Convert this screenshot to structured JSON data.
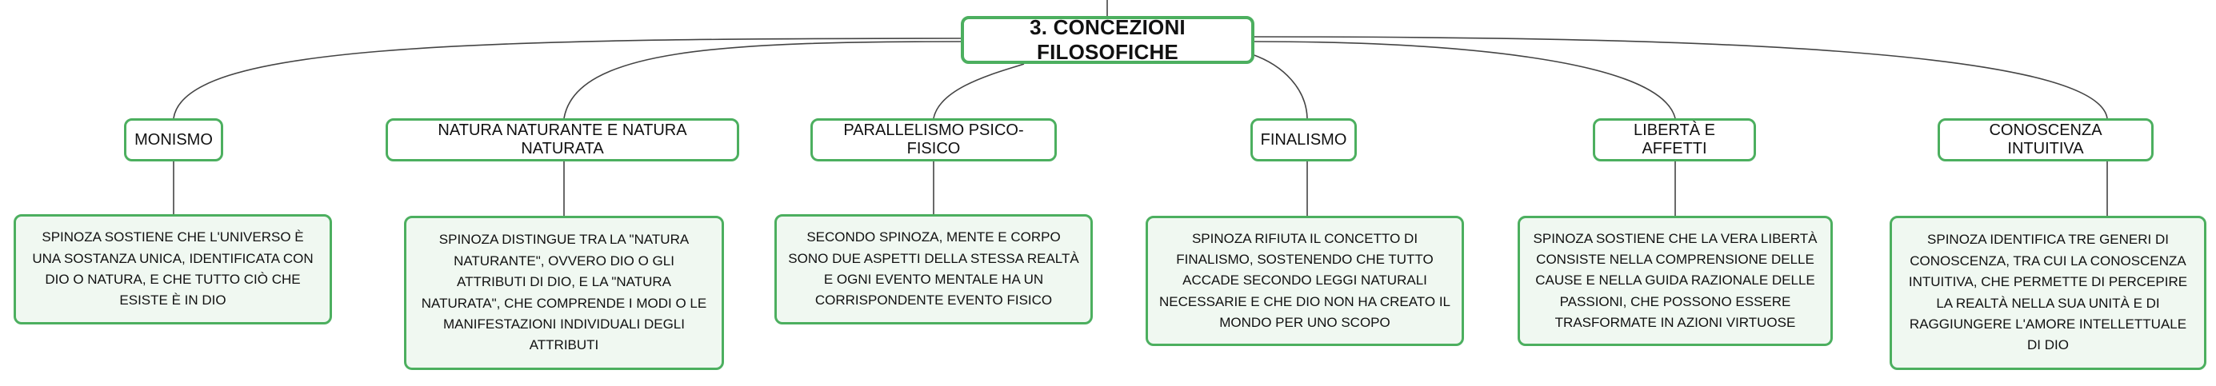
{
  "root": {
    "label": "3. CONCEZIONI FILOSOFICHE"
  },
  "topics": [
    {
      "label": "MONISMO",
      "description": "SPINOZA SOSTIENE CHE L'UNIVERSO È UNA SOSTANZA UNICA, IDENTIFICATA CON DIO O NATURA, E CHE TUTTO CIÒ CHE ESISTE È IN DIO"
    },
    {
      "label": "NATURA NATURANTE E NATURA NATURATA",
      "description": "SPINOZA DISTINGUE TRA LA \"NATURA NATURANTE\", OVVERO DIO O GLI ATTRIBUTI DI DIO, E LA \"NATURA NATURATA\", CHE COMPRENDE I MODI O LE MANIFESTAZIONI INDIVIDUALI DEGLI ATTRIBUTI"
    },
    {
      "label": "PARALLELISMO PSICO-FISICO",
      "description": "SECONDO SPINOZA, MENTE E CORPO SONO DUE ASPETTI DELLA STESSA REALTÀ E OGNI EVENTO MENTALE HA UN CORRISPONDENTE EVENTO FISICO"
    },
    {
      "label": "FINALISMO",
      "description": "SPINOZA RIFIUTA IL CONCETTO DI FINALISMO, SOSTENENDO CHE TUTTO ACCADE SECONDO LEGGI NATURALI NECESSARIE E CHE DIO NON HA CREATO IL MONDO PER UNO SCOPO"
    },
    {
      "label": "LIBERTÀ E AFFETTI",
      "description": "SPINOZA SOSTIENE CHE LA VERA LIBERTÀ CONSISTE NELLA COMPRENSIONE DELLE CAUSE E NELLA GUIDA RAZIONALE DELLE PASSIONI, CHE POSSONO ESSERE TRASFORMATE IN AZIONI VIRTUOSE"
    },
    {
      "label": "CONOSCENZA INTUITIVA",
      "description": "SPINOZA IDENTIFICA TRE GENERI DI CONOSCENZA, TRA CUI LA CONOSCENZA INTUITIVA, CHE PERMETTE DI PERCEPIRE LA REALTÀ NELLA SUA UNITÀ E DI RAGGIUNGERE L'AMORE INTELLETTUALE DI DIO"
    }
  ],
  "colors": {
    "border": "#4caf5f",
    "leaf_fill": "#f0f8f1",
    "line": "#444444"
  }
}
